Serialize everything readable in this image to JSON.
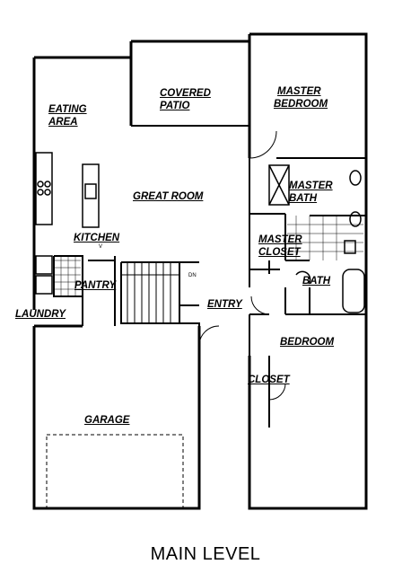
{
  "rooms": {
    "eating_area": [
      "EATING",
      "AREA"
    ],
    "covered_patio": [
      "COVERED",
      "PATIO"
    ],
    "master_bedroom": [
      "MASTER",
      "BEDROOM"
    ],
    "great_room": "GREAT ROOM",
    "master_bath": [
      "MASTER",
      "BATH"
    ],
    "master_closet": [
      "MASTER",
      "CLOSET"
    ],
    "kitchen": "KITCHEN",
    "pantry": "PANTRY",
    "bath": "BATH",
    "laundry": "LAUNDRY",
    "entry": "ENTRY",
    "bedroom": "BEDROOM",
    "closet": "CLOSET",
    "garage": "GARAGE"
  },
  "stair_mark": "DN",
  "fridge_mark": "V",
  "caption": "MAIN LEVEL",
  "colors": {
    "line": "#000000",
    "background": "#ffffff"
  }
}
